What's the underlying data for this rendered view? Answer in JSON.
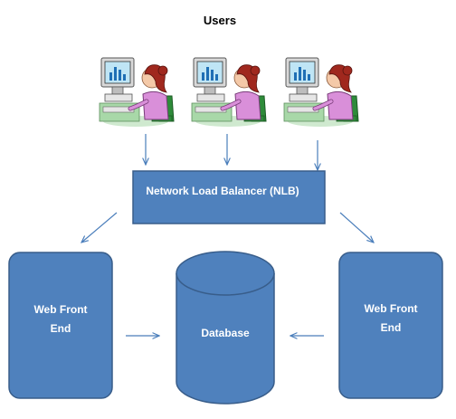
{
  "title": "Users",
  "users": [
    {
      "icon": "user-at-computer-icon"
    },
    {
      "icon": "user-at-computer-icon"
    },
    {
      "icon": "user-at-computer-icon"
    }
  ],
  "load_balancer": {
    "label": "Network Load Balancer (NLB)"
  },
  "web_front_end_left": {
    "line1": "Web Front",
    "line2": "End"
  },
  "database": {
    "label": "Database"
  },
  "web_front_end_right": {
    "line1": "Web Front",
    "line2": "End"
  },
  "colors": {
    "box_fill": "#4f81bd",
    "box_stroke": "#385d8a",
    "arrow": "#4a7ebb",
    "text_on_box": "#ffffff"
  }
}
